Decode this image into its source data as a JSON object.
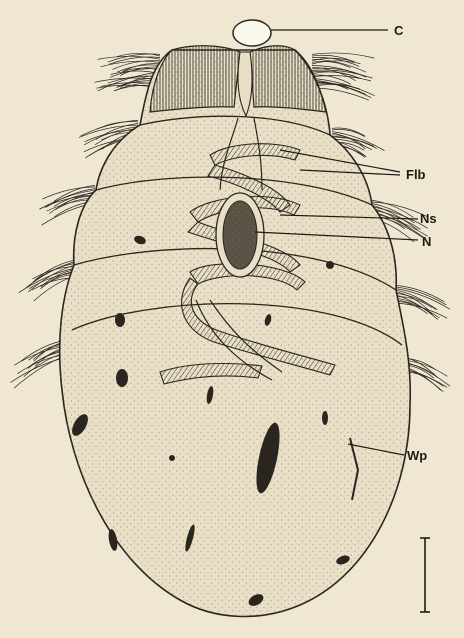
{
  "labels": {
    "c": "C",
    "flb": "Flb",
    "ns": "Ns",
    "n": "N",
    "wp": "Wp"
  },
  "colors": {
    "background": "#efe7d2",
    "body_fill": "#e8dfc6",
    "ink": "#1e1b16",
    "stipple": "#8a8270",
    "band_fill": "#cfc6b0"
  },
  "icons": {
    "scale_bar": "vertical-scale-bar-icon",
    "cilia": "cilia-tuft-icon"
  }
}
